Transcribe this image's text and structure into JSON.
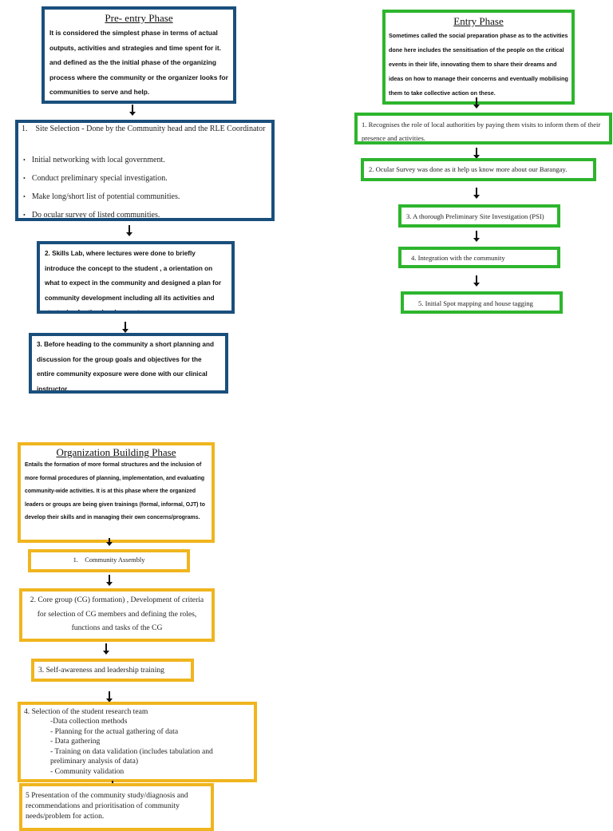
{
  "pre_entry": {
    "title": "Pre- entry Phase",
    "description": "It is considered the simplest phase in terms of actual outputs, activities and strategies and time spent for it. and defined as the the initial phase of the organizing process where the community or the organizer looks for communities to serve and help.",
    "steps": [
      {
        "heading": "1.    Site Selection - Done by the Community head and the RLE Coordinator",
        "bullets": [
          "Initial networking with local government.",
          "Conduct preliminary special investigation.",
          "Make long/short list of potential communities.",
          "Do ocular survey of listed communities."
        ]
      },
      {
        "text": "2.  Skills Lab, where lectures were done to briefly introduce the concept to the student , a orientation on what to expect in the community and designed a plan for community development including all its activities and strategies for the development."
      },
      {
        "text": "3. Before heading to the community a short planning and discussion for the group goals and objectives for the entire community exposure were done with our clinical instructor."
      }
    ]
  },
  "entry": {
    "title": "Entry Phase",
    "description": "Sometimes called the social preparation phase as to the activities done here includes the sensitisation of the people on the critical events in their life, innovating them to share their dreams and ideas on how to manage their concerns and eventually mobilising them to take collective action on these.",
    "steps": [
      "1.    Recognises the role of local authorities by paying them visits to inform them of their presence and activities.",
      "2.  Ocular Survey was done as it help us know more about our Barangay.",
      "3.  A thorough Preliminary Site Investigation (PSI)",
      "4.  Integration with the community",
      "5.  Initial Spot mapping and house tagging"
    ]
  },
  "organization_building": {
    "title": "Organization Building Phase",
    "description": "Entails the formation of more formal structures and the inclusion of more formal procedures of planning, implementation, and evaluating community-wide activities. It is at this phase where the organized leaders or groups are being given trainings (formal, informal, OJT) to develop their skills and in managing their own concerns/programs.",
    "steps": [
      "1.    Community Assembly",
      "2. Core group (CG) formation) , Development of criteria for selection of CG members and defining the roles, functions and tasks of the CG",
      "3. Self-awareness and leadership training",
      {
        "heading": "4. Selection of the student research team",
        "subitems": [
          "-Data collection methods",
          "- Planning for the actual gathering of data",
          "- Data gathering",
          "- Training on data validation (includes tabulation and preliminary analysis of data)",
          "- Community validation"
        ]
      },
      "5 Presentation of the community study/diagnosis and recommendations and prioritisation of community needs/problem for action."
    ]
  },
  "colors": {
    "pre_entry": "#1a4f7c",
    "entry": "#2db52d",
    "organization_building": "#f0b51e"
  }
}
